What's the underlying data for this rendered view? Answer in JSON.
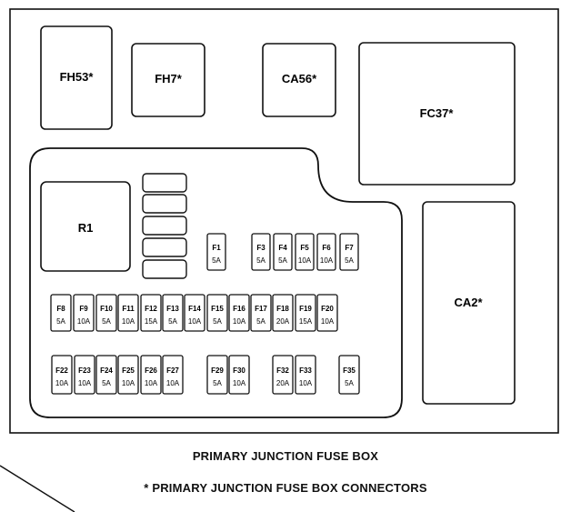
{
  "connectors": [
    {
      "id": "fh53",
      "label": "FH53*"
    },
    {
      "id": "fh7",
      "label": "FH7*"
    },
    {
      "id": "ca56",
      "label": "CA56*"
    },
    {
      "id": "fc37",
      "label": "FC37*"
    },
    {
      "id": "ca2",
      "label": "CA2*"
    }
  ],
  "relay": {
    "label": "R1"
  },
  "fuses": {
    "row1": [
      {
        "name": "F1",
        "amp": "5A"
      },
      {
        "name": "F3",
        "amp": "5A"
      },
      {
        "name": "F4",
        "amp": "5A"
      },
      {
        "name": "F5",
        "amp": "10A"
      },
      {
        "name": "F6",
        "amp": "10A"
      },
      {
        "name": "F7",
        "amp": "5A"
      }
    ],
    "row2": [
      {
        "name": "F8",
        "amp": "5A"
      },
      {
        "name": "F9",
        "amp": "10A"
      },
      {
        "name": "F10",
        "amp": "5A"
      },
      {
        "name": "F11",
        "amp": "10A"
      },
      {
        "name": "F12",
        "amp": "15A"
      },
      {
        "name": "F13",
        "amp": "5A"
      },
      {
        "name": "F14",
        "amp": "10A"
      },
      {
        "name": "F15",
        "amp": "5A"
      },
      {
        "name": "F16",
        "amp": "10A"
      },
      {
        "name": "F17",
        "amp": "5A"
      },
      {
        "name": "F18",
        "amp": "20A"
      },
      {
        "name": "F19",
        "amp": "15A"
      },
      {
        "name": "F20",
        "amp": "10A"
      }
    ],
    "row3": [
      {
        "name": "F22",
        "amp": "10A"
      },
      {
        "name": "F23",
        "amp": "10A"
      },
      {
        "name": "F24",
        "amp": "5A"
      },
      {
        "name": "F25",
        "amp": "10A"
      },
      {
        "name": "F26",
        "amp": "10A"
      },
      {
        "name": "F27",
        "amp": "10A"
      },
      {
        "name": "F29",
        "amp": "5A"
      },
      {
        "name": "F30",
        "amp": "10A"
      },
      {
        "name": "F32",
        "amp": "20A"
      },
      {
        "name": "F33",
        "amp": "10A"
      },
      {
        "name": "F35",
        "amp": "5A"
      }
    ]
  },
  "captions": {
    "title": "PRIMARY JUNCTION FUSE BOX",
    "legend": "* PRIMARY JUNCTION FUSE BOX CONNECTORS"
  }
}
